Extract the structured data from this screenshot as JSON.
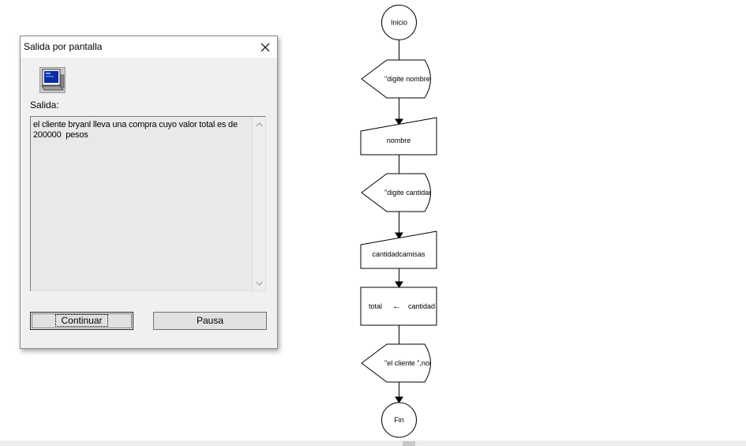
{
  "dialog": {
    "title": "Salida por pantalla",
    "close_glyph": "✕",
    "icon": "computer-icon",
    "output_label": "Salida:",
    "output_text": "el cliente bryanl lleva una compra cuyo valor total es de 200000  pesos",
    "buttons": {
      "continue": "Continuar",
      "pause": "Pausa"
    }
  },
  "flowchart": {
    "start": "Inicio",
    "output_prompt_name": "\"digite nombre",
    "input_name": "nombre",
    "output_prompt_qty": "\"digite cantidad",
    "input_qty": "cantidadcamisas",
    "assign_target": "total",
    "assign_arrow": "←",
    "assign_expr": "cantidad",
    "output_result": "\"el cliente \",nombre",
    "end": "Fin"
  }
}
